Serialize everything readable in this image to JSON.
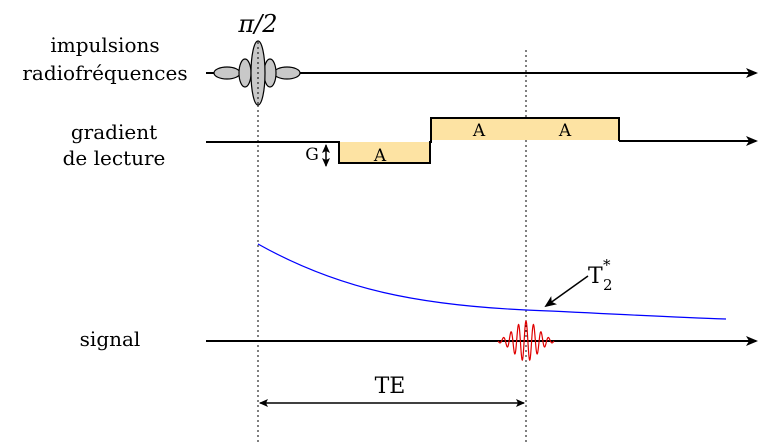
{
  "labels": {
    "pulses_line1": "impulsions",
    "pulses_line2": "radiofréquences",
    "pulse_angle": "π/2",
    "gradient_line1": "gradient",
    "gradient_line2": "de lecture",
    "gradient_amplitude": "G",
    "area_left": "A",
    "area_middle": "A",
    "area_right": "A",
    "signal": "signal",
    "t2star_main": "T",
    "t2star_sub": "2",
    "t2star_sup": "*",
    "echo_time": "TE"
  },
  "colors": {
    "axis": "#000000",
    "gradient_fill": "#fde3a3",
    "decay_curve": "#0000ff",
    "echo_signal": "#e00000",
    "pulse_fill": "#c8c8c8"
  }
}
